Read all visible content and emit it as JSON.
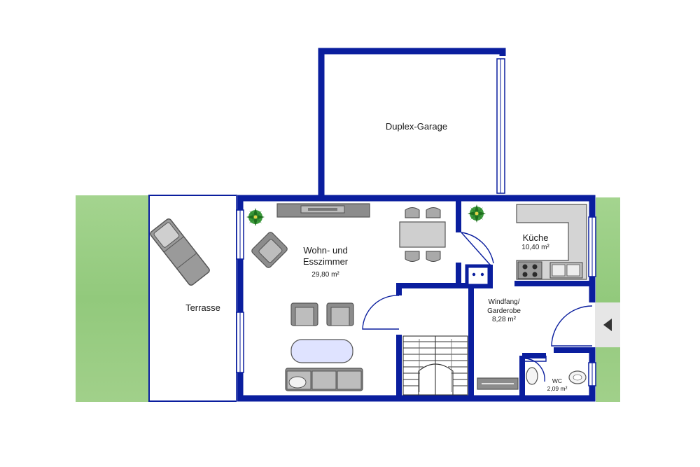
{
  "floorplan": {
    "garage": {
      "name": "Duplex-Garage"
    },
    "terrace": {
      "name": "Terrasse"
    },
    "living": {
      "name_line1": "Wohn- und",
      "name_line2": "Esszimmer",
      "area": "29,80 m²"
    },
    "kitchen": {
      "name": "Küche",
      "area": "10,40 m²"
    },
    "hall": {
      "name_line1": "Windfang/",
      "name_line2": "Garderobe",
      "area": "8,28 m²"
    },
    "wc": {
      "name": "WC",
      "area": "2,09 m²"
    }
  },
  "colors": {
    "wall": "#0a1e9e",
    "lawn": "#9ccf85",
    "floor": "#ffffff",
    "furniture": "#8c8c8c",
    "counter": "#d4d4d4",
    "plant": "#2e7d32"
  },
  "icons": {
    "entrance": "triangle-left-icon"
  }
}
